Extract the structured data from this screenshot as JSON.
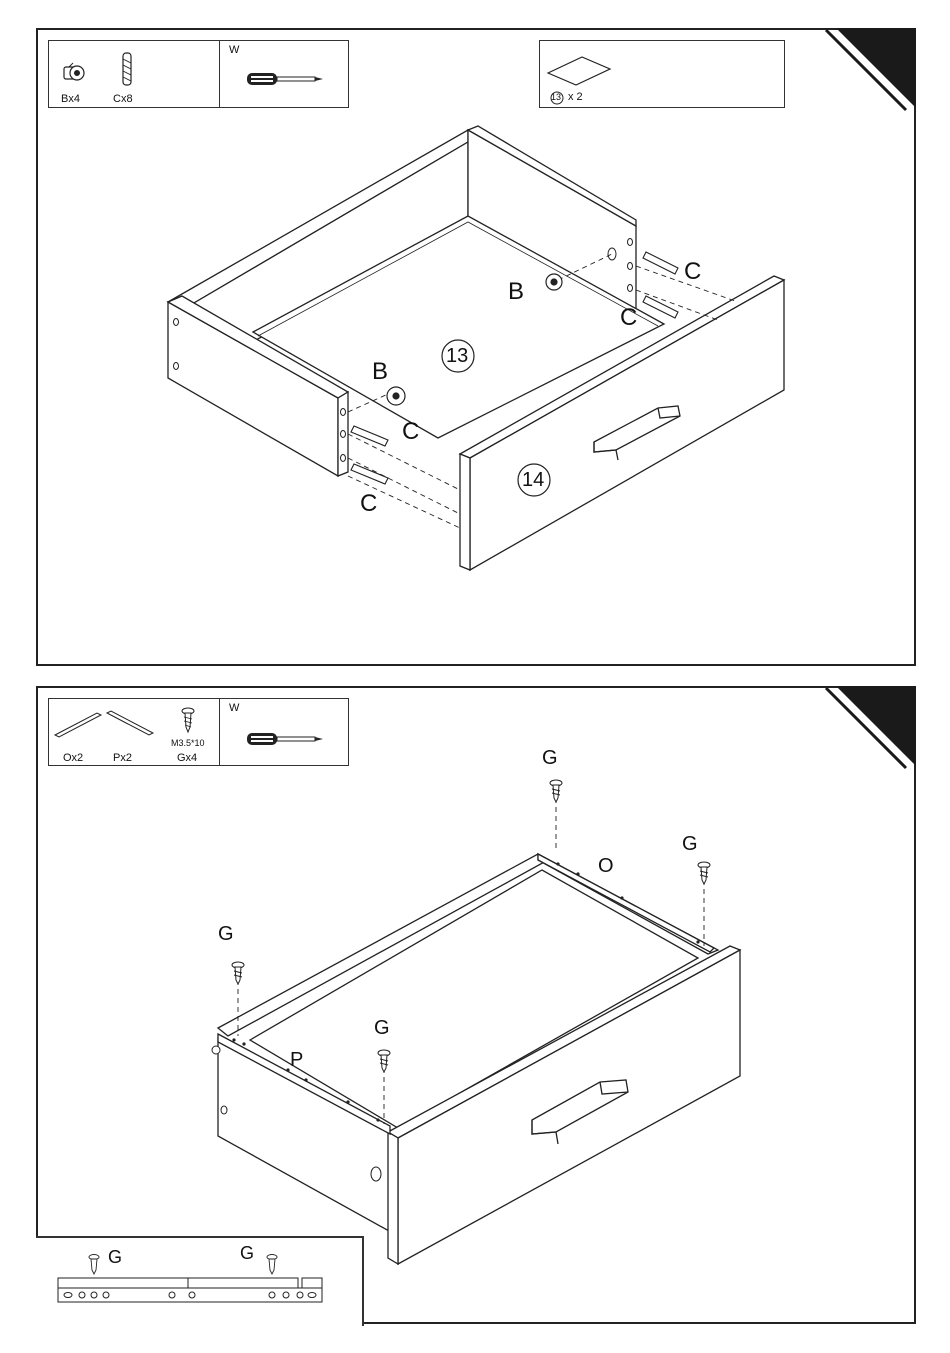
{
  "step1": {
    "hardware": [
      {
        "key": "B",
        "label": "Bx4",
        "icon": "cam-lock-icon"
      },
      {
        "key": "C",
        "label": "Cx8",
        "icon": "wooden-dowel-icon"
      }
    ],
    "tools_label": "W",
    "tool_icon": "screwdriver-icon",
    "panel_part": {
      "number": "13",
      "qty_text": "x 2",
      "icon": "bottom-panel-icon"
    },
    "callouts": {
      "b_upper": "B",
      "b_lower": "B",
      "c_upper_1": "C",
      "c_upper_2": "C",
      "c_lower_1": "C",
      "c_lower_2": "C",
      "part_13": "13",
      "part_14": "14"
    }
  },
  "step2": {
    "hardware": [
      {
        "key": "O",
        "label": "Ox2",
        "icon": "drawer-runner-icon"
      },
      {
        "key": "P",
        "label": "Px2",
        "icon": "drawer-runner-icon"
      },
      {
        "key": "G",
        "label": "Gx4",
        "spec": "M3.5*10",
        "icon": "screw-icon"
      }
    ],
    "tools_label": "W",
    "tool_icon": "screwdriver-icon",
    "callouts": {
      "g_top_center": "G",
      "g_top_right": "G",
      "g_left": "G",
      "g_mid": "G",
      "runner_o": "O",
      "runner_p": "P"
    },
    "detail": {
      "g_left": "G",
      "g_right": "G"
    }
  },
  "colors": {
    "line": "#222222",
    "tab": "#1a1a1a",
    "background": "#ffffff"
  }
}
